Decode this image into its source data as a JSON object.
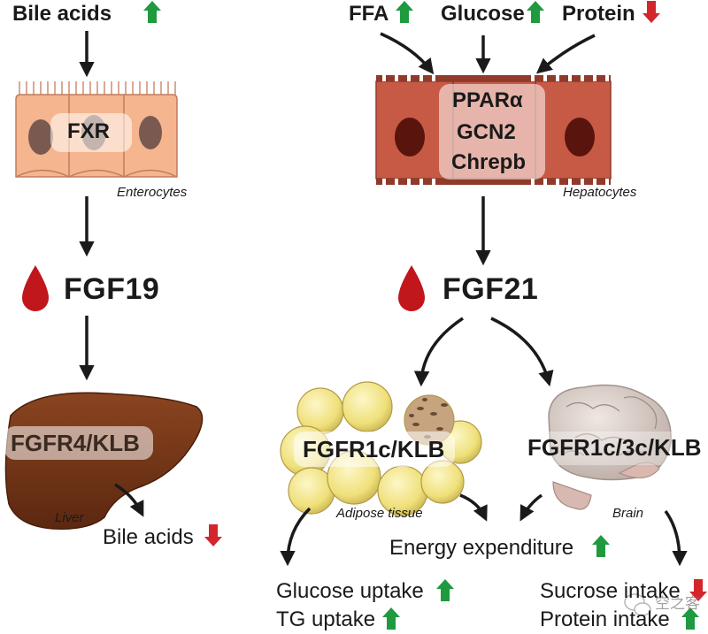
{
  "inputs_left": {
    "bile_acids": "Bile acids"
  },
  "inputs_right": {
    "ffa": "FFA",
    "glucose": "Glucose",
    "protein": "Protein"
  },
  "intestine": {
    "receptor": "FXR",
    "cell_label": "Enterocytes"
  },
  "liver_cells": {
    "factors": [
      "PPARα",
      "GCN2",
      "Chrepb"
    ],
    "cell_label": "Hepatocytes"
  },
  "hormones": {
    "left": "FGF19",
    "right": "FGF21"
  },
  "targets": {
    "liver": {
      "receptor": "FGFR4/KLB",
      "label": "Liver",
      "effect": "Bile acids"
    },
    "adipose": {
      "receptor": "FGFR1c/KLB",
      "label": "Adipose tissue"
    },
    "brain": {
      "receptor": "FGFR1c/3c/KLB",
      "label": "Brain"
    }
  },
  "outcomes": {
    "energy": "Energy expenditure",
    "glucose_uptake": "Glucose uptake",
    "tg_uptake": "TG uptake",
    "sucrose_intake": "Sucrose intake",
    "protein_intake": "Protein intake"
  },
  "watermark": "空之客",
  "colors": {
    "up_arrow": "#1f9a3e",
    "down_arrow": "#d2262c",
    "enterocyte": "#f5b58f",
    "hepatocyte": "#c75a44",
    "liver": "#7a3516",
    "fat": "#efe07a",
    "blood": "#c0161c"
  }
}
